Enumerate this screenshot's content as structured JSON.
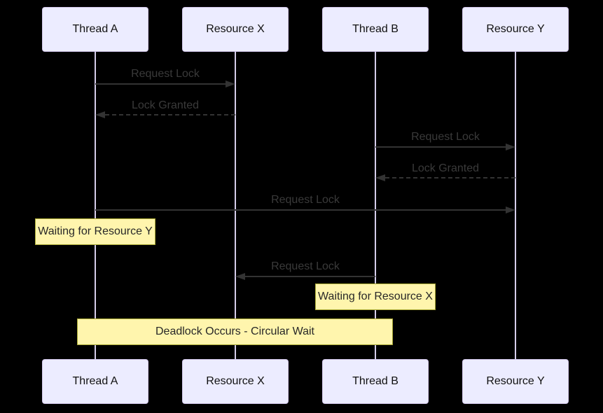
{
  "diagram": {
    "kind": "sequence-diagram",
    "title": "",
    "actors": [
      {
        "label": "Thread A"
      },
      {
        "label": "Resource X"
      },
      {
        "label": "Thread B"
      },
      {
        "label": "Resource Y"
      }
    ],
    "messages": [
      {
        "label": "Request Lock",
        "from": "Thread A",
        "to": "Resource X",
        "line": "solid",
        "direction": "right"
      },
      {
        "label": "Lock Granted",
        "from": "Resource X",
        "to": "Thread A",
        "line": "dashed",
        "direction": "left"
      },
      {
        "label": "Request Lock",
        "from": "Thread B",
        "to": "Resource Y",
        "line": "solid",
        "direction": "right"
      },
      {
        "label": "Lock Granted",
        "from": "Resource Y",
        "to": "Thread B",
        "line": "dashed",
        "direction": "left"
      },
      {
        "label": "Request Lock",
        "from": "Thread A",
        "to": "Resource Y",
        "line": "solid",
        "direction": "right"
      },
      {
        "label": "Request Lock",
        "from": "Thread B",
        "to": "Resource X",
        "line": "solid",
        "direction": "left"
      }
    ],
    "notes": [
      {
        "label": "Waiting for Resource Y",
        "over": "Thread A"
      },
      {
        "label": "Waiting for Resource X",
        "over": "Thread B"
      },
      {
        "label": "Deadlock Occurs - Circular Wait",
        "over": "Thread A, Thread B"
      }
    ],
    "colors": {
      "background": "#000000",
      "actor_fill": "#ECECFF",
      "actor_border": "#D3C8EC",
      "actor_text": "#111111",
      "lifeline": "#D5CDEA",
      "signal": "#333333",
      "message_text": "#3A3A3A",
      "note_fill": "#FFF5AD",
      "note_border": "#AAAA33",
      "note_text": "#282828"
    }
  }
}
